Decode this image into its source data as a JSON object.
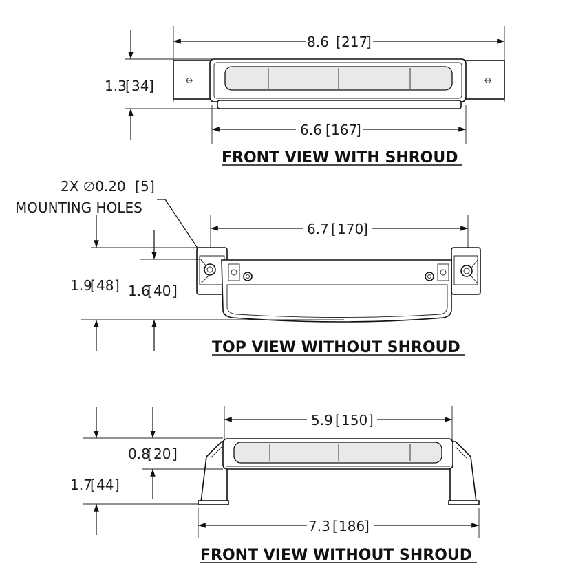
{
  "views": {
    "front_with_shroud": {
      "title": "FRONT VIEW WITH SHROUD",
      "width_overall": {
        "value": "8.6",
        "mm": "217"
      },
      "height": {
        "value": "1.3",
        "mm": "34"
      },
      "width_body": {
        "value": "6.6",
        "mm": "167"
      }
    },
    "top_without_shroud": {
      "title": "TOP VIEW WITHOUT SHROUD",
      "holes_note": {
        "line1": "2X ∅0.20",
        "mm": "5",
        "line2": "MOUNTING HOLES"
      },
      "width": {
        "value": "6.7",
        "mm": "170"
      },
      "depth_overall": {
        "value": "1.9",
        "mm": "48"
      },
      "depth_holes": {
        "value": "1.6",
        "mm": "40"
      }
    },
    "front_without_shroud": {
      "title": "FRONT VIEW WITHOUT SHROUD",
      "width_body": {
        "value": "5.9",
        "mm": "150"
      },
      "height_body": {
        "value": "0.8",
        "mm": "20"
      },
      "height_overall": {
        "value": "1.7",
        "mm": "44"
      },
      "width_overall": {
        "value": "7.3",
        "mm": "186"
      }
    }
  }
}
